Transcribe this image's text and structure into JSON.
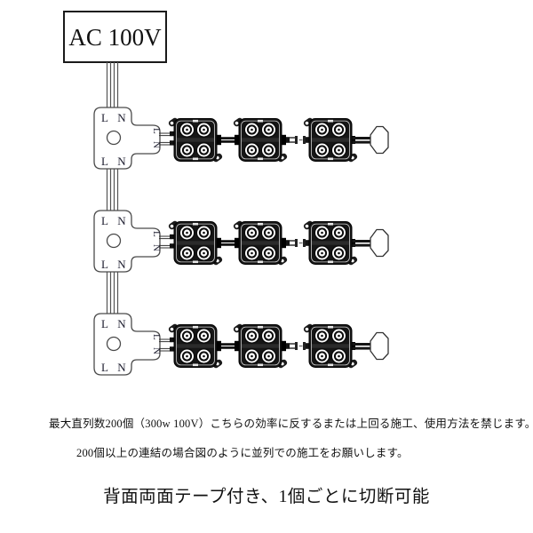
{
  "source": {
    "label": "AC 100V"
  },
  "connector": {
    "terminal_l": "L",
    "terminal_n": "N"
  },
  "diagram": {
    "type": "wiring-diagram",
    "rows": 3,
    "modules_per_row": 3,
    "leds_per_module": 4,
    "row_end": "end-cap",
    "note": "parallel rows fed from AC 100V via L/N branch connectors; break mark between 2nd and 3rd module indicates continuation"
  },
  "notes": {
    "line1": "最大直列数200個（300w 100V）こちらの効率に反するまたは上回る施工、使用方法を禁じます。",
    "line2": "200個以上の連結の場合図のように並列での施工をお願いします。"
  },
  "footer": {
    "title": "背面両面テープ付き、1個ごとに切断可能"
  },
  "colors": {
    "ink": "#1a1a1a",
    "outline": "#4a4a4a",
    "module_body": "#161616",
    "wire": "#555555",
    "background": "#ffffff"
  }
}
